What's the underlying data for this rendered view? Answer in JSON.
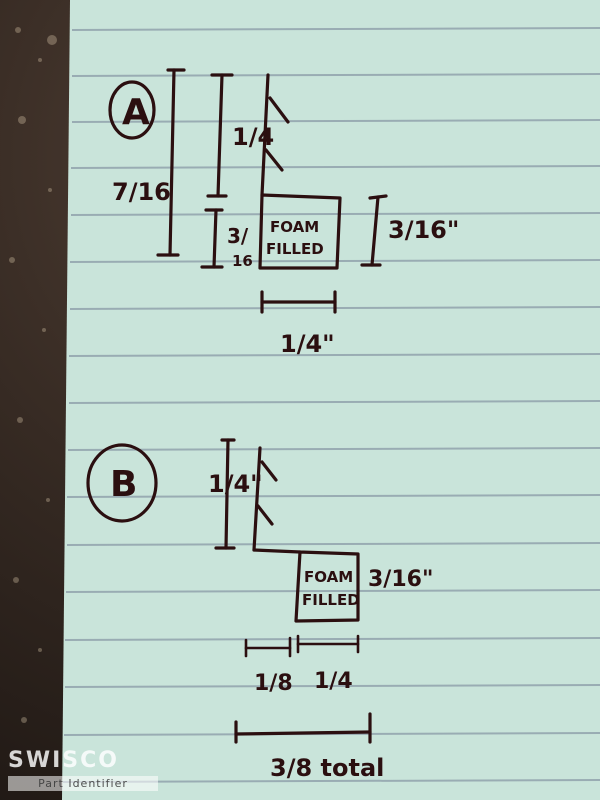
{
  "diagram_a": {
    "label": "A",
    "dim_total": "7/16",
    "dim_top": "1/4",
    "dim_lower_num": "3/",
    "dim_lower_den": "16",
    "box_line1": "FOAM",
    "box_line2": "FILLED",
    "dim_box_height": "3/16\"",
    "dim_box_width": "1/4\""
  },
  "diagram_b": {
    "label": "B",
    "dim_top": "1/4\"",
    "box_line1": "FOAM",
    "box_line2": "FILLED",
    "dim_box_height": "3/16\"",
    "dim_left_gap": "1/8",
    "dim_box_width": "1/4",
    "dim_total": "3/8 total"
  },
  "watermark": {
    "brand": "SWISCO",
    "subtitle": "Part Identifier"
  },
  "colors": {
    "paper": "#c9e4da",
    "ink": "#2b0f10",
    "rule": "#8a9aa6",
    "background": "#2a221d"
  }
}
